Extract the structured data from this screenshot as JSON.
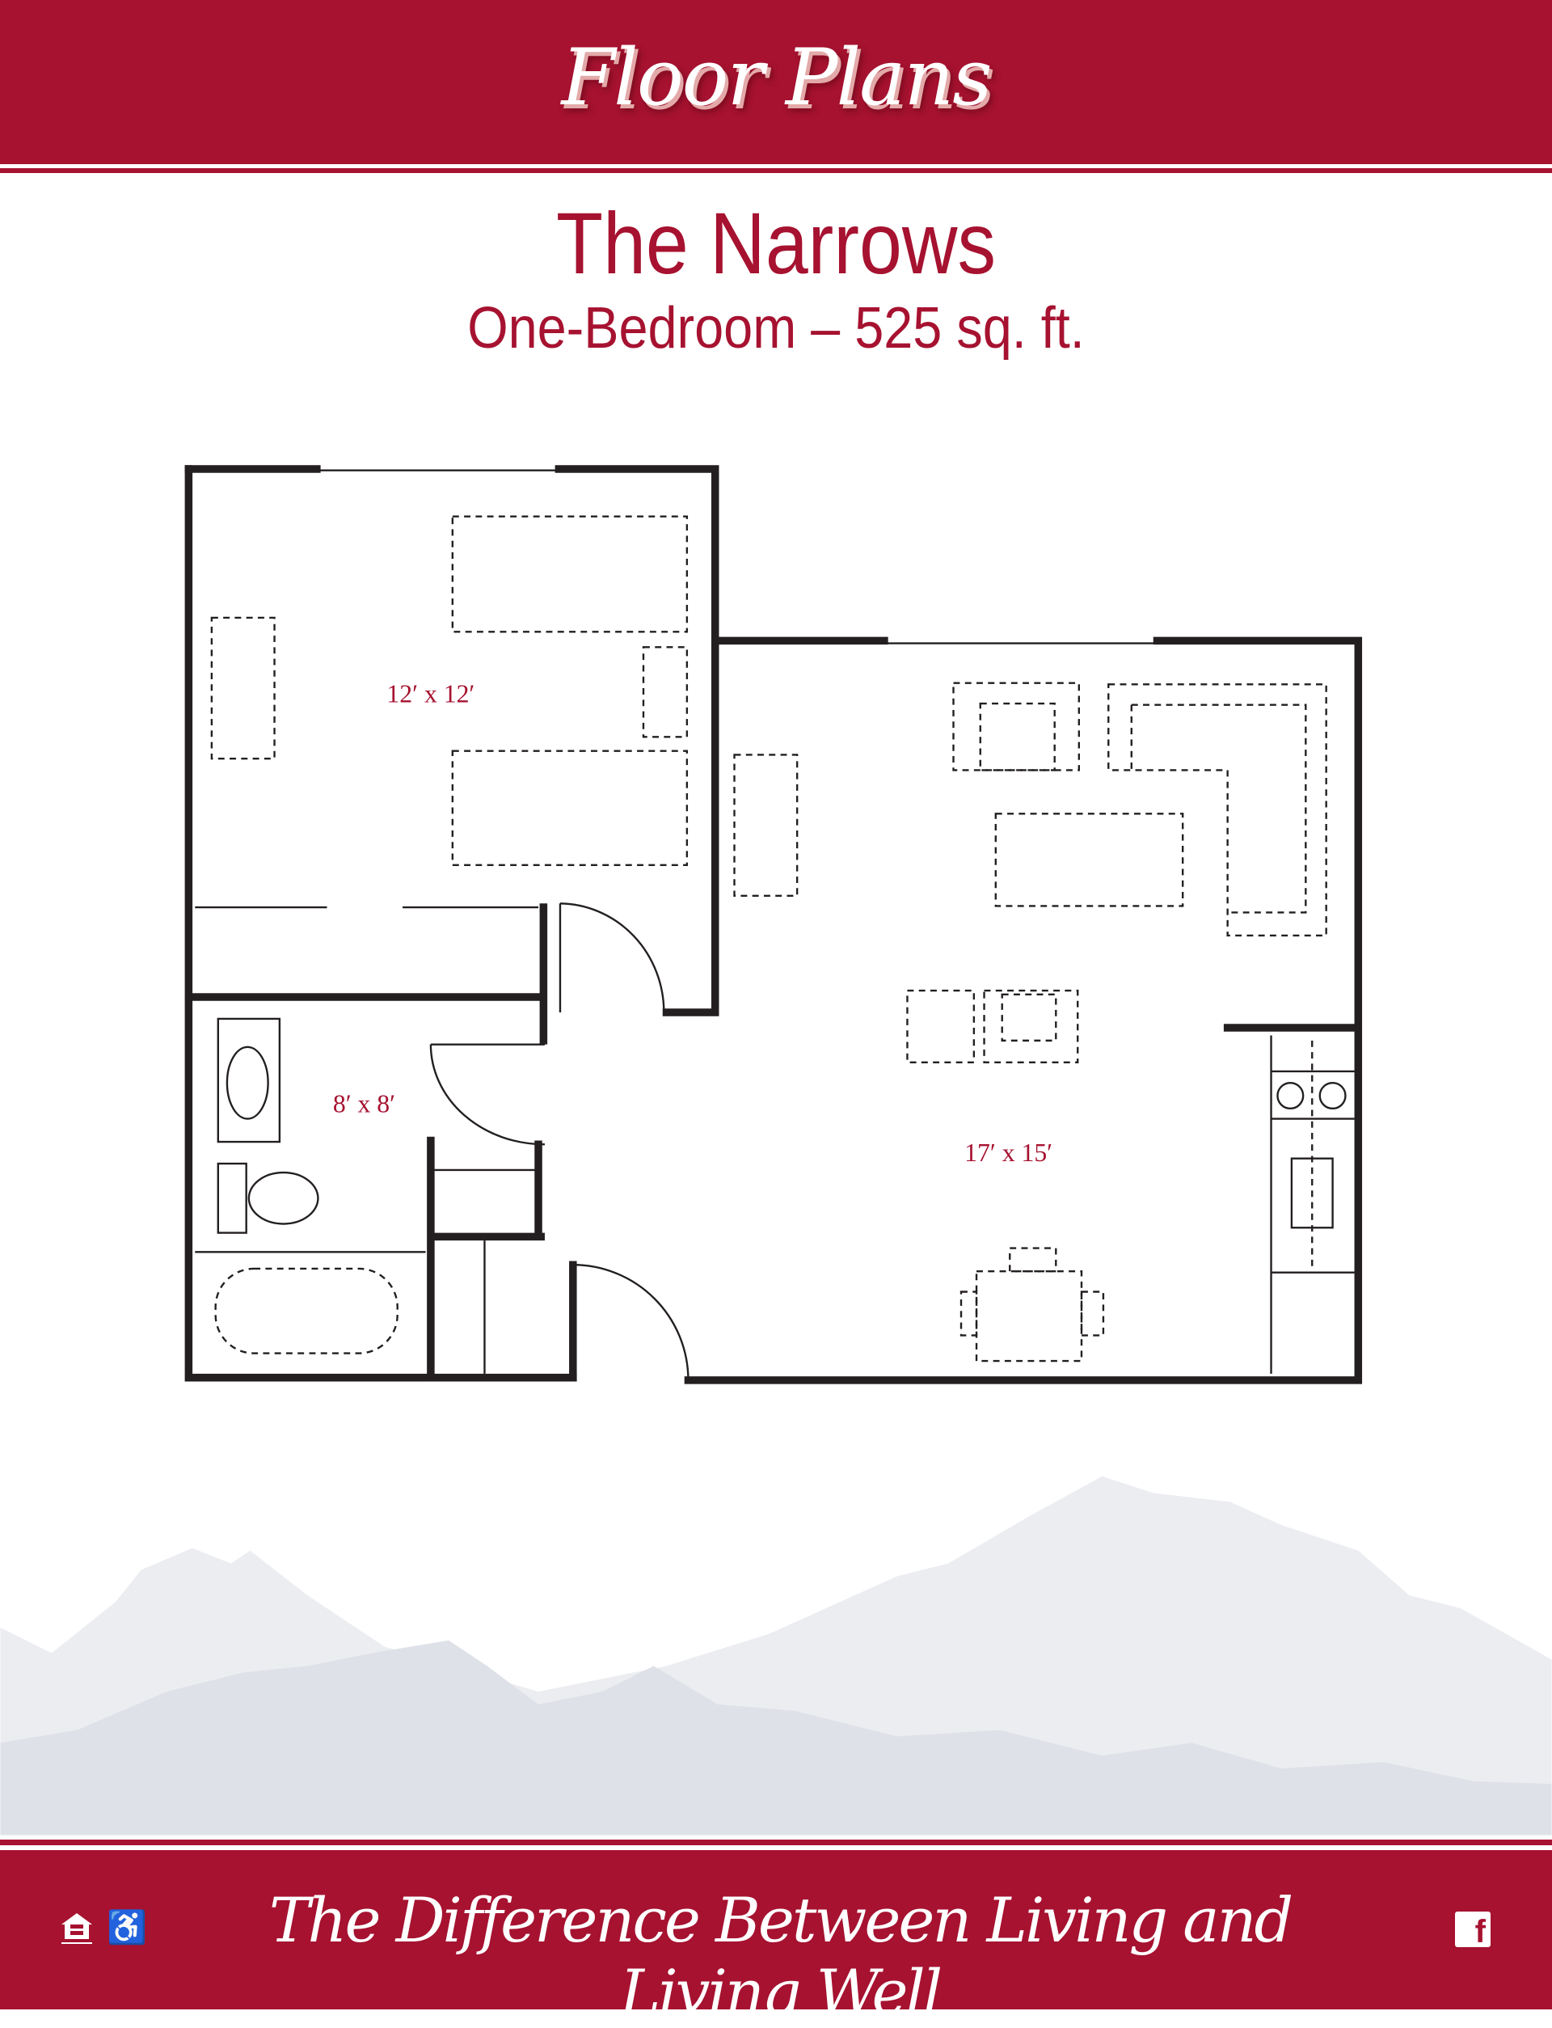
{
  "header": {
    "title": "Floor Plans"
  },
  "plan": {
    "name": "The Narrows",
    "subtitle": "One-Bedroom – 525 sq. ft.",
    "rooms": {
      "bedroom": "12′ x 12′",
      "bathroom": "8′ x 8′",
      "living": "17′ x 15′"
    }
  },
  "footer": {
    "tagline": "The Difference Between Living and Living Well",
    "icons": [
      "equal-housing-icon",
      "accessibility-icon",
      "facebook-icon"
    ]
  },
  "colors": {
    "brand": "#a61230",
    "mountain_back": "#ecedf1",
    "mountain_front": "#dfe1e8"
  }
}
